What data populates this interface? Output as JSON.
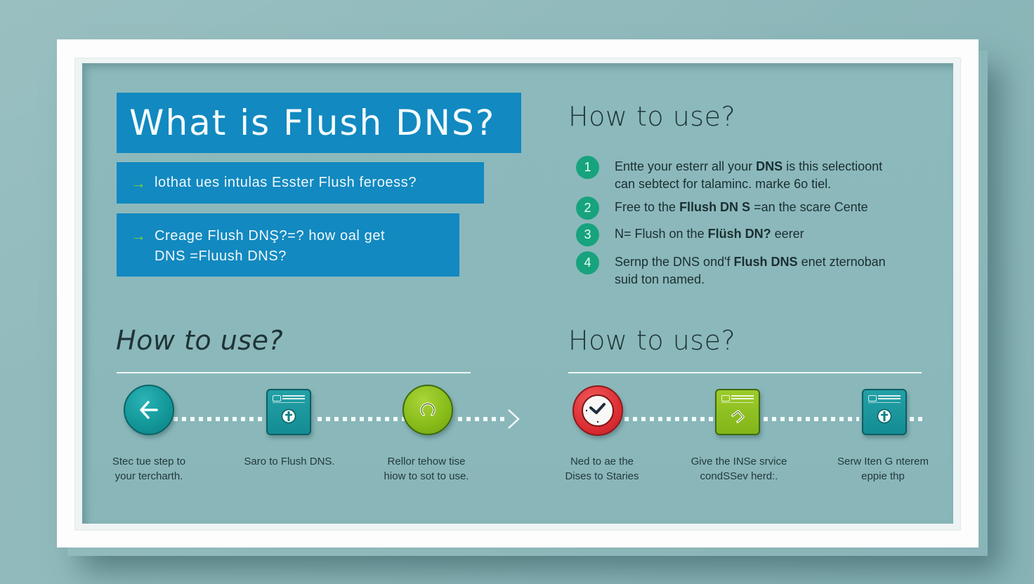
{
  "header": {
    "title": "What is Flush DNS?"
  },
  "questions": [
    {
      "arrow_icon": "arrow-right-icon",
      "text": "lothat ues intulas Esster Flush feroess?"
    },
    {
      "arrow_icon": "arrow-right-icon",
      "text": "Creage Flush DNŞ?=? how oal get\nDNS =Fluush DNS?"
    }
  ],
  "right_section": {
    "title": "How to use?",
    "steps": [
      {
        "number": "1",
        "pre": "Entte your esterr all your ",
        "bold": "DNS",
        "post": " is this selectioont\ncan sebtect for talaminc. marke 6o tiel."
      },
      {
        "number": "2",
        "pre": "Free to the ",
        "bold": "Fllush DN S",
        "post": " =an the scare Cente"
      },
      {
        "number": "3",
        "pre": "N= Flush on the ",
        "bold": "Flüsh DN?",
        "post": " eerer"
      },
      {
        "number": "4",
        "pre": "Sernp the DNS ond'f ",
        "bold": "Flush DNS",
        "post": " enet zternoban\nsuid ton named."
      }
    ]
  },
  "bottom_left": {
    "title": "How to use?",
    "steps": [
      {
        "icon": "back-arrow-icon",
        "label": "Stec tue step to\nyour tercharth."
      },
      {
        "icon": "document-shield-icon",
        "label": "Saro to Flush DNS."
      },
      {
        "icon": "refresh-circle-icon",
        "label": "Rellor tehow tise\nhiow to sot to use."
      }
    ],
    "end_arrow": "chevron-right-icon"
  },
  "bottom_right": {
    "title": "How to use?",
    "steps": [
      {
        "icon": "clock-icon",
        "label": "Ned to ae the\nDises to Staries"
      },
      {
        "icon": "document-arrow-icon",
        "label": "Give the INSe srvice\ncondSSev herd:."
      },
      {
        "icon": "document-shield-icon",
        "label": "Serw Iten G nterem\neppie thp"
      }
    ]
  },
  "colors": {
    "background": "#8fb9bb",
    "panel": "#8bb8bb",
    "frame": "#fdfdfd",
    "title_box": "#1289c0",
    "arrow_accent": "#7dcf3f",
    "step_badge": "#17a37d",
    "teal_icon": "#129597",
    "lime_icon": "#86bb18",
    "red_icon": "#de2f34",
    "heading_text": "#1e3537"
  }
}
